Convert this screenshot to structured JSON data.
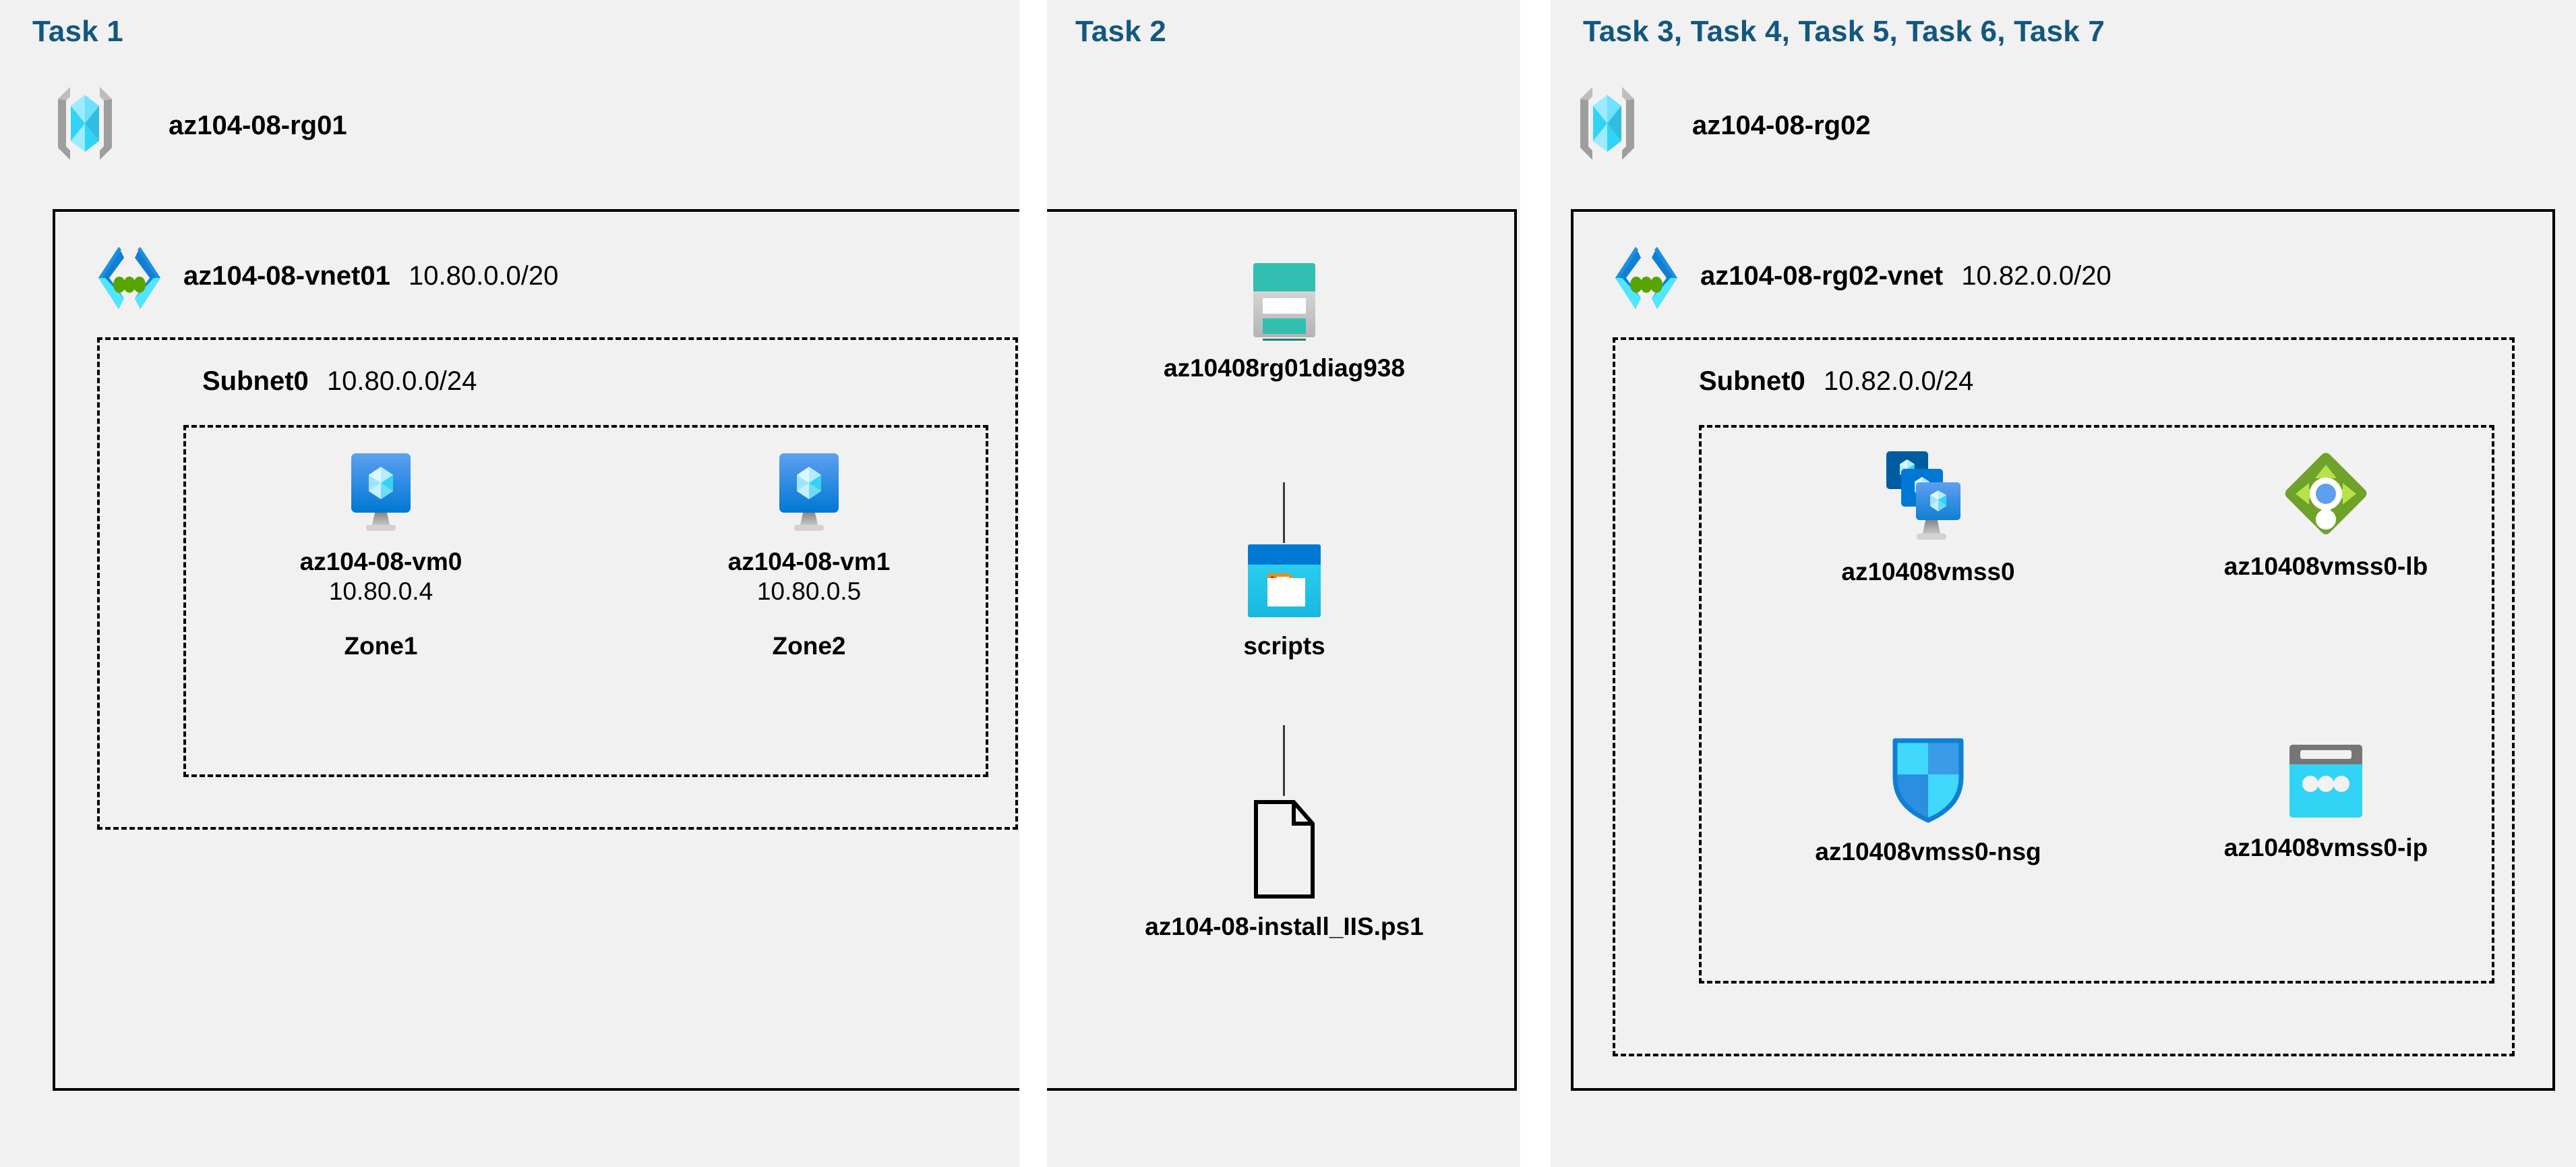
{
  "columns": [
    {
      "id": "col1",
      "title": "Task 1"
    },
    {
      "id": "col2",
      "title": "Task 2"
    },
    {
      "id": "col3",
      "title": "Task 3, Task 4, Task 5, Task 6, Task 7"
    }
  ],
  "task1": {
    "title": "Task 1",
    "resource_group": {
      "name": "az104-08-rg01",
      "icon": "resource-group-icon"
    },
    "vnet": {
      "name": "az104-08-vnet01",
      "cidr": "10.80.0.0/20",
      "icon": "virtual-network-icon"
    },
    "subnet": {
      "name": "Subnet0",
      "cidr": "10.80.0.0/24"
    },
    "vms": [
      {
        "name": "az104-08-vm0",
        "ip": "10.80.0.4",
        "zone": "Zone1",
        "icon": "virtual-machine-icon"
      },
      {
        "name": "az104-08-vm1",
        "ip": "10.80.0.5",
        "zone": "Zone2",
        "icon": "virtual-machine-icon"
      }
    ]
  },
  "task2": {
    "title": "Task 2",
    "nodes": [
      {
        "name": "az10408rg01diag938",
        "icon": "storage-account-icon"
      },
      {
        "name": "scripts",
        "icon": "blob-container-icon"
      },
      {
        "name": "az104-08-install_IIS.ps1",
        "icon": "file-icon"
      }
    ]
  },
  "task3": {
    "title": "Task 3, Task 4, Task 5, Task 6, Task 7",
    "resource_group": {
      "name": "az104-08-rg02",
      "icon": "resource-group-icon"
    },
    "vnet": {
      "name": "az104-08-rg02-vnet",
      "cidr": "10.82.0.0/20",
      "icon": "virtual-network-icon"
    },
    "subnet": {
      "name": "Subnet0",
      "cidr": "10.82.0.0/24"
    },
    "resources": [
      {
        "name": "az10408vmss0",
        "icon": "vm-scale-set-icon"
      },
      {
        "name": "az10408vmss0-lb",
        "icon": "load-balancer-icon"
      },
      {
        "name": "az10408vmss0-nsg",
        "icon": "network-security-group-icon"
      },
      {
        "name": "az10408vmss0-ip",
        "icon": "public-ip-address-icon"
      }
    ]
  },
  "colors": {
    "panel_background": "#f1f1f1",
    "page_background": "#ffffff",
    "task_title": "#12577f",
    "border": "#000000",
    "azure_blue": "#0078d4",
    "azure_cyan": "#50e6ff",
    "storage_teal": "#32bfb0",
    "lb_green": "#6fa22b",
    "shield_cyan": "#41d8fd"
  }
}
